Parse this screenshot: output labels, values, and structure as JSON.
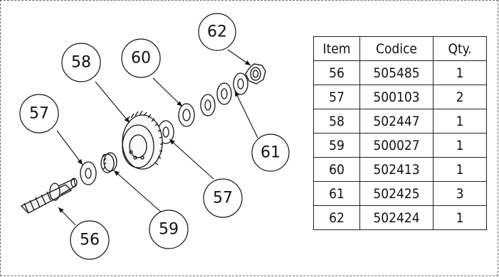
{
  "diagram": {
    "callouts": [
      "62",
      "60",
      "58",
      "57",
      "61",
      "57",
      "56",
      "59"
    ]
  },
  "parts_table": {
    "headers": [
      "Item",
      "Codice",
      "Qty."
    ],
    "rows": [
      [
        "56",
        "505485",
        "1"
      ],
      [
        "57",
        "500103",
        "2"
      ],
      [
        "58",
        "502447",
        "1"
      ],
      [
        "59",
        "500027",
        "1"
      ],
      [
        "60",
        "502413",
        "1"
      ],
      [
        "61",
        "502425",
        "3"
      ],
      [
        "62",
        "502424",
        "1"
      ]
    ]
  }
}
